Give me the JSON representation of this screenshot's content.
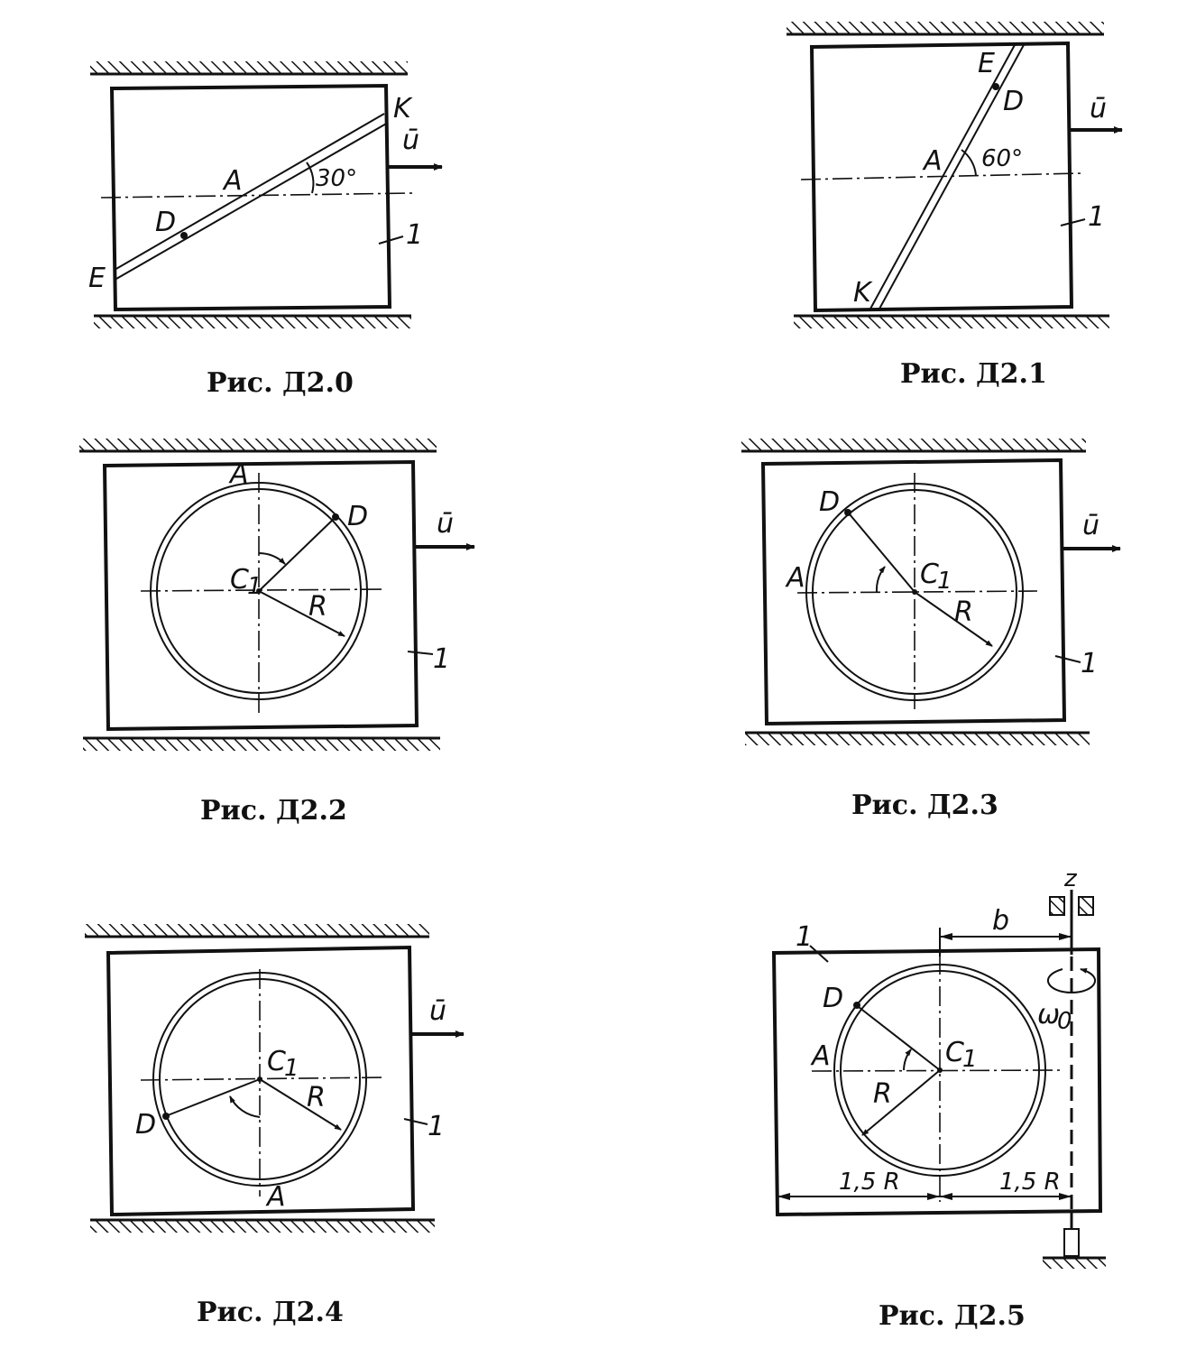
{
  "figures": [
    {
      "id": "d2-0",
      "caption": "Рис. Д2.0",
      "labels": {
        "point_a": "A",
        "point_d": "D",
        "point_e": "E",
        "point_k": "K",
        "body": "1",
        "velocity": "ū",
        "angle": "30°"
      }
    },
    {
      "id": "d2-1",
      "caption": "Рис. Д2.1",
      "labels": {
        "point_a": "A",
        "point_d": "D",
        "point_e": "E",
        "point_k": "K",
        "body": "1",
        "velocity": "ū",
        "angle": "60°"
      }
    },
    {
      "id": "d2-2",
      "caption": "Рис. Д2.2",
      "labels": {
        "point_a": "A",
        "point_d": "D",
        "center": "C",
        "center_sub": "1",
        "radius": "R",
        "body": "1",
        "velocity": "ū"
      }
    },
    {
      "id": "d2-3",
      "caption": "Рис. Д2.3",
      "labels": {
        "point_a": "A",
        "point_d": "D",
        "center": "C",
        "center_sub": "1",
        "radius": "R",
        "body": "1",
        "velocity": "ū"
      }
    },
    {
      "id": "d2-4",
      "caption": "Рис. Д2.4",
      "labels": {
        "point_a": "A",
        "point_d": "D",
        "center": "C",
        "center_sub": "1",
        "radius": "R",
        "body": "1",
        "velocity": "ū"
      }
    },
    {
      "id": "d2-5",
      "caption": "Рис. Д2.5",
      "labels": {
        "point_a": "A",
        "point_d": "D",
        "center": "C",
        "center_sub": "1",
        "radius": "R",
        "body": "1",
        "axis": "z",
        "distance_b": "b",
        "omega": "ω",
        "omega_sub": "0",
        "dim_left": "1,5 R",
        "dim_right": "1,5 R"
      }
    }
  ]
}
